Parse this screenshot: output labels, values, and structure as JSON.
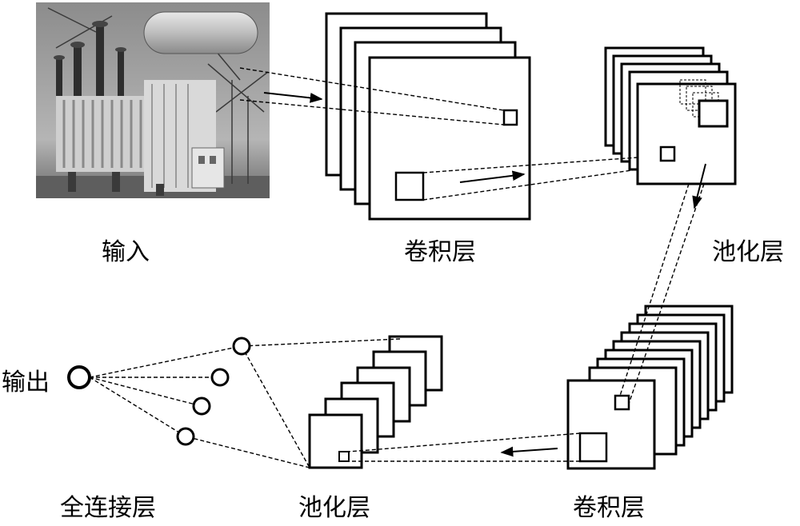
{
  "labels": {
    "input": "输入",
    "conv1": "卷积层",
    "pool1": "池化层",
    "conv2": "卷积层",
    "pool2": "池化层",
    "fc": "全连接层",
    "output": "输出"
  }
}
